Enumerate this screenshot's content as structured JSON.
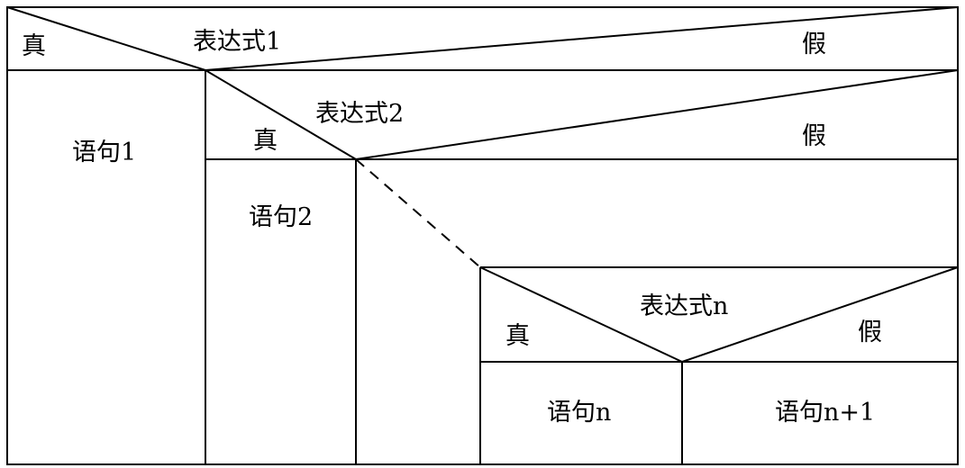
{
  "diagram": {
    "level1": {
      "condition": "表达式1",
      "true_label": "真",
      "false_label": "假",
      "statement": "语句1"
    },
    "level2": {
      "condition": "表达式2",
      "true_label": "真",
      "false_label": "假",
      "statement": "语句2"
    },
    "level_n": {
      "condition": "表达式n",
      "true_label": "真",
      "false_label": "假",
      "statement_true": "语句n",
      "statement_false": "语句n+1"
    }
  }
}
